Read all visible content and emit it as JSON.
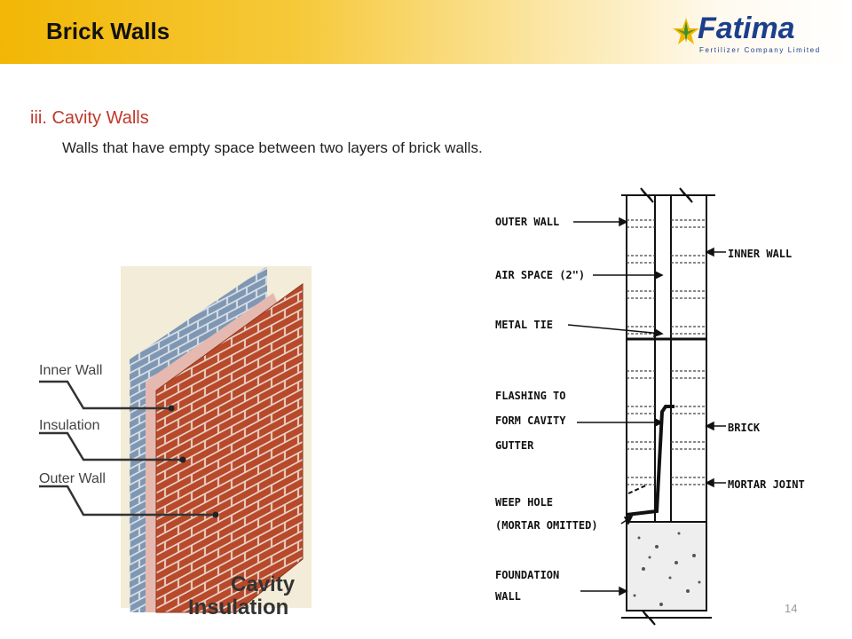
{
  "header": {
    "title": "Brick Walls",
    "logo_name": "Fatima",
    "logo_sub": "Fertilizer Company Limited",
    "colors": {
      "band": "#f2b705",
      "logo": "#1c3f8c",
      "section": "#c0392b"
    }
  },
  "section": {
    "heading": "iii. Cavity Walls",
    "description": "Walls that have empty space between two layers of brick walls."
  },
  "left_figure": {
    "labels": {
      "inner": "Inner Wall",
      "insulation": "Insulation",
      "outer": "Outer Wall"
    },
    "caption_line1": "Cavity",
    "caption_line2": "Insulation"
  },
  "right_figure": {
    "labels": {
      "outer_wall": "OUTER WALL",
      "inner_wall": "INNER WALL",
      "air_space": "AIR SPACE (2\")",
      "metal_tie": "METAL TIE",
      "flashing_1": "FLASHING TO",
      "flashing_2": "FORM CAVITY",
      "flashing_3": "GUTTER",
      "brick": "BRICK",
      "mortar_joint": "MORTAR JOINT",
      "weep_1": "WEEP HOLE",
      "weep_2": "(MORTAR OMITTED)",
      "foundation_1": "FOUNDATION",
      "foundation_2": "WALL"
    }
  },
  "footer": {
    "page_number": "14"
  }
}
